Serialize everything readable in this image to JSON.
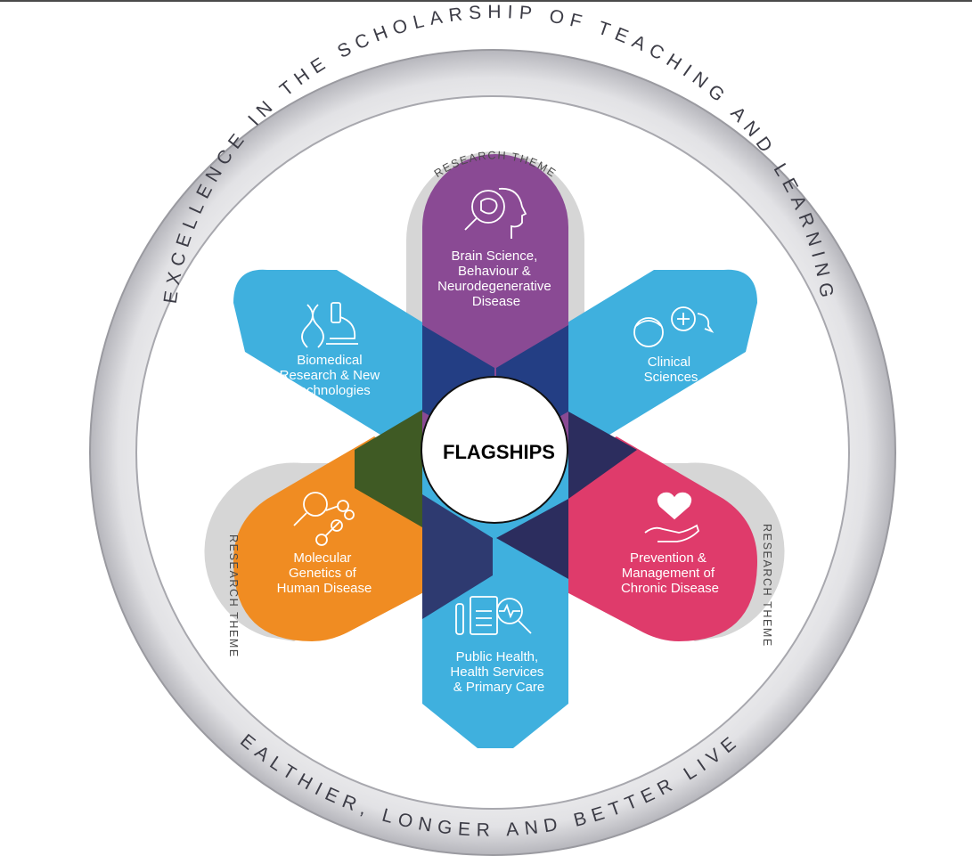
{
  "outer_ring": {
    "top_text": "EXCELLENCE IN THE SCHOLARSHIP OF TEACHING AND LEARNING",
    "bottom_text": "HEALTHIER, LONGER AND BETTER LIVES"
  },
  "center": {
    "label": "FLAGSHIPS"
  },
  "research_theme_label": "RESEARCH THEME",
  "colors": {
    "brain": "#8a4a94",
    "clinical": "#3fb0de",
    "biomedical": "#3fb0de",
    "public_health": "#3fb0de",
    "molecular": "#f08c22",
    "prevention": "#df3b6b",
    "overlap_blue": "#233e84",
    "overlap_green": "#3f5a24",
    "overlap_dark": "#2c2d5e",
    "band_grey": "#d6d6d6"
  },
  "themes": {
    "brain": {
      "lines": [
        "Brain Science,",
        "Behaviour &",
        "Neurodegenerative",
        "Disease"
      ],
      "icon": "brain-magnifier-icon"
    },
    "clinical": {
      "lines": [
        "Clinical",
        "Sciences"
      ],
      "icon": "doctor-chat-icon"
    },
    "biomedical": {
      "lines": [
        "Biomedical",
        "Research & New",
        "Technologies"
      ],
      "icon": "dna-microscope-icon"
    },
    "molecular": {
      "lines": [
        "Molecular",
        "Genetics of",
        "Human Disease"
      ],
      "icon": "molecule-magnifier-icon"
    },
    "public_health": {
      "lines": [
        "Public Health,",
        "Health Services",
        "& Primary Care"
      ],
      "icon": "clipboard-testtube-icon"
    },
    "prevention": {
      "lines": [
        "Prevention &",
        "Management of",
        "Chronic Disease"
      ],
      "icon": "heart-hand-icon"
    }
  }
}
